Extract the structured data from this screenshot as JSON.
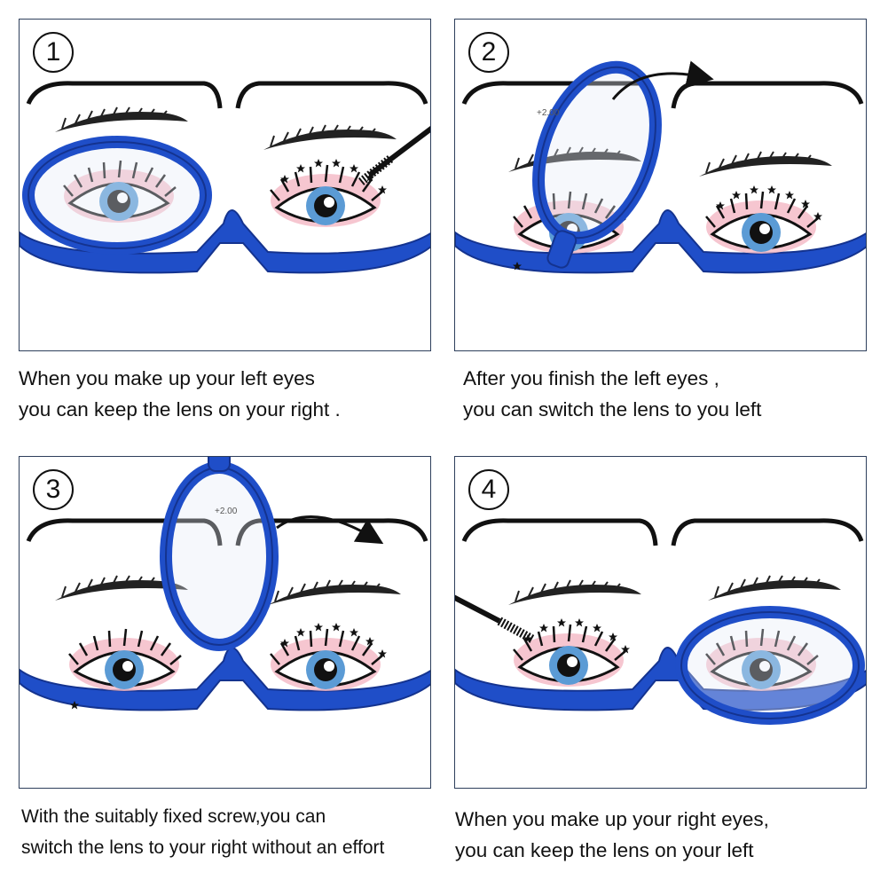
{
  "colors": {
    "frame_blue": "#1f4ec8",
    "frame_dark": "#14338f",
    "iris_blue": "#5b9bd5",
    "shadow_pink": "#f4b8c4",
    "panel_border": "#2e3f5c"
  },
  "icons": [
    "numbered-circle-icon",
    "rotation-arrow-icon",
    "star-icon",
    "mascara-wand-icon"
  ],
  "panels": [
    {
      "number": "1",
      "lens_mark": "",
      "caption_line1": "When you make up your left eyes",
      "caption_line2": "you can keep the lens on your right ."
    },
    {
      "number": "2",
      "lens_mark": "+2.00",
      "caption_line1": "After you finish the left eyes ,",
      "caption_line2": "you can switch the lens to you left"
    },
    {
      "number": "3",
      "lens_mark": "+2.00",
      "caption_line1": "With the suitably fixed screw,you can",
      "caption_line2": "switch the lens to your right without an effort"
    },
    {
      "number": "4",
      "lens_mark": "",
      "caption_line1": "When you make up your right eyes,",
      "caption_line2": "you can keep the lens on your left"
    }
  ]
}
